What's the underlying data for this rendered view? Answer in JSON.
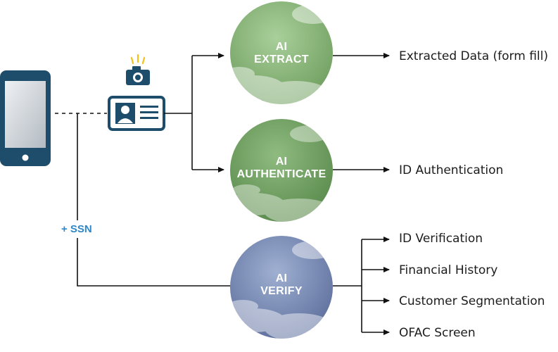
{
  "colors": {
    "phone": "#1e4d6b",
    "phone_screen_top": "#e9ecef",
    "phone_screen_bottom": "#b7bec6",
    "card": "#1e4d6b",
    "camera": "#1e4d6b",
    "flash": "#f2c21b",
    "ssn": "#2e87c8",
    "extract_circle": "#8ab77a",
    "authenticate_circle": "#6f9e62",
    "verify_circle": "#7f8fb7",
    "arrow": "#111111"
  },
  "ssn_label": "+ SSN",
  "nodes": {
    "extract": {
      "line1": "AI",
      "line2": "EXTRACT"
    },
    "authenticate": {
      "line1": "AI",
      "line2": "AUTHENTICATE"
    },
    "verify": {
      "line1": "AI",
      "line2": "VERIFY"
    }
  },
  "outputs": {
    "extracted_data": "Extracted Data (form fill)",
    "id_authentication": "ID Authentication",
    "id_verification": "ID Verification",
    "financial_history": "Financial History",
    "customer_segmentation": "Customer Segmentation",
    "ofac_screen": "OFAC Screen"
  },
  "icons": {
    "phone": "smartphone-icon",
    "camera": "camera-icon",
    "id_card": "id-card-icon"
  }
}
